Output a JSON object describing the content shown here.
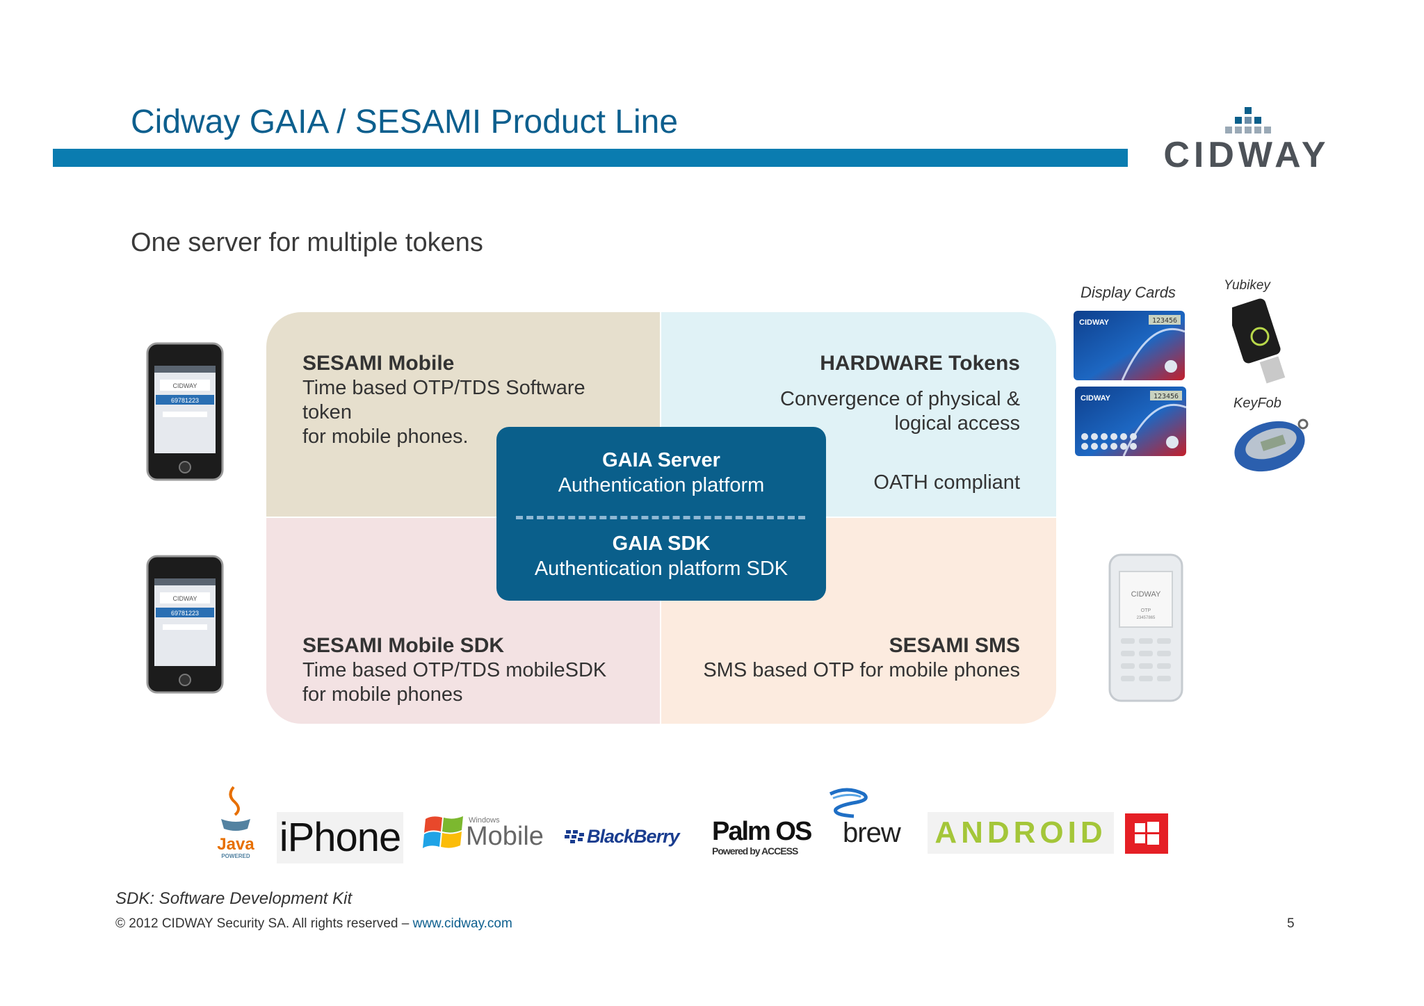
{
  "header": {
    "title": "Cidway GAIA / SESAMI Product Line",
    "brand_logo": "CIDWAY"
  },
  "subtitle": "One server for multiple tokens",
  "quadrants": {
    "top_left": {
      "heading": "SESAMI Mobile",
      "line1": "Time based OTP/TDS Software token",
      "line2": "for mobile phones."
    },
    "top_right": {
      "heading": "HARDWARE Tokens",
      "line1": "Convergence of physical &",
      "line2": "logical access",
      "line3": "OATH compliant"
    },
    "bottom_left": {
      "heading": "SESAMI Mobile SDK",
      "line1": "Time based OTP/TDS mobileSDK",
      "line2": "for mobile phones"
    },
    "bottom_right": {
      "heading": "SESAMI SMS",
      "line1": "SMS based OTP for mobile phones"
    }
  },
  "center": {
    "server_title": "GAIA Server",
    "server_sub": "Authentication platform",
    "sdk_title": "GAIA SDK",
    "sdk_sub": "Authentication platform SDK"
  },
  "devices": {
    "display_cards_label": "Display Cards",
    "yubikey_label": "Yubikey",
    "keyfob_label": "KeyFob",
    "phone_screen_brand": "CIDWAY",
    "phone_screen_code": "69781223",
    "card_brand": "CIDWAY",
    "card_code": "123456",
    "sms_phone_brand": "CIDWAY",
    "sms_phone_otp": "OTP",
    "sms_phone_code": "23457865"
  },
  "platforms": {
    "java": "Java",
    "java_sub": "POWERED",
    "iphone": "iPhone",
    "windows_small": "Windows",
    "windows_mobile": "Mobile",
    "blackberry": "BlackBerry",
    "palm": "Palm OS",
    "palm_sub": "Powered by ACCESS",
    "brew": "brew",
    "android": "ANDROID"
  },
  "footer": {
    "footnote": "SDK: Software Development Kit",
    "copyright": "© 2012 CIDWAY Security SA. All rights reserved – ",
    "url": "www.cidway.com",
    "page_number": "5"
  },
  "colors": {
    "title_blue": "#0d5f8e",
    "bar_blue": "#0a7cb0",
    "center_box": "#0a5f8b",
    "q_top_left": "#e6dfcd",
    "q_top_right": "#e0f2f6",
    "q_bottom_left": "#f3e2e3",
    "q_bottom_right": "#fcebdf"
  }
}
